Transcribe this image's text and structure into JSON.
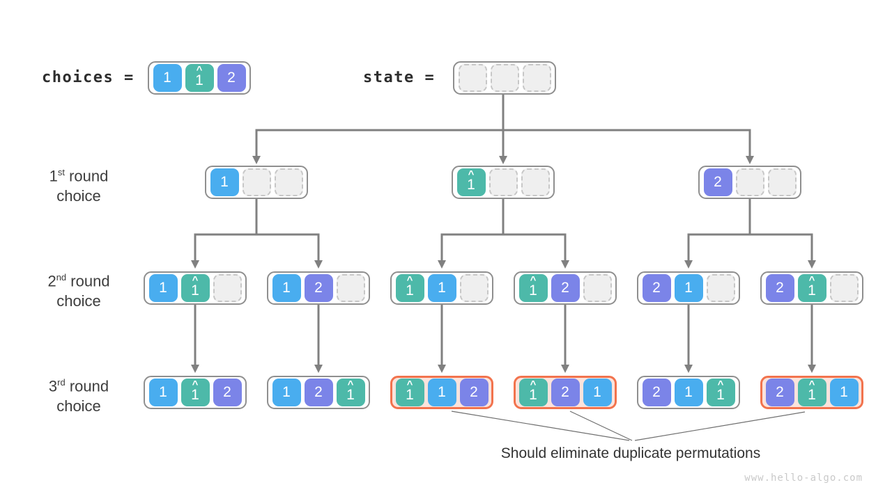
{
  "palette": {
    "blue": "#49adef",
    "teal": "#4db9a9",
    "purple": "#7b84e8",
    "highlight_border": "#f2734d",
    "highlight_bg": "#fbe3dc",
    "node_border": "#8f8f8f",
    "empty_bg": "#efefef",
    "empty_border": "#c7c7c7",
    "connector": "#808080",
    "pointer_line": "#6e6e6e",
    "text_dark": "#3d3d3d",
    "watermark": "#c9c9c9"
  },
  "header": {
    "choices_label": "choices =",
    "state_label": "state =",
    "choices_cells": [
      {
        "value": "1",
        "color": "blue"
      },
      {
        "value": "1",
        "color": "teal",
        "hat": true
      },
      {
        "value": "2",
        "color": "purple"
      }
    ],
    "state_cells": [
      {
        "empty": true
      },
      {
        "empty": true
      },
      {
        "empty": true
      }
    ]
  },
  "rows": [
    {
      "label": {
        "num": "1",
        "ordinal": "st",
        "rest": "round",
        "line2": "choice"
      },
      "nodes": [
        {
          "cells": [
            {
              "value": "1",
              "color": "blue"
            },
            {
              "empty": true
            },
            {
              "empty": true
            }
          ]
        },
        {
          "cells": [
            {
              "value": "1",
              "color": "teal",
              "hat": true
            },
            {
              "empty": true
            },
            {
              "empty": true
            }
          ]
        },
        {
          "cells": [
            {
              "value": "2",
              "color": "purple"
            },
            {
              "empty": true
            },
            {
              "empty": true
            }
          ]
        }
      ]
    },
    {
      "label": {
        "num": "2",
        "ordinal": "nd",
        "rest": "round",
        "line2": "choice"
      },
      "nodes": [
        {
          "cells": [
            {
              "value": "1",
              "color": "blue"
            },
            {
              "value": "1",
              "color": "teal",
              "hat": true
            },
            {
              "empty": true
            }
          ]
        },
        {
          "cells": [
            {
              "value": "1",
              "color": "blue"
            },
            {
              "value": "2",
              "color": "purple"
            },
            {
              "empty": true
            }
          ]
        },
        {
          "cells": [
            {
              "value": "1",
              "color": "teal",
              "hat": true
            },
            {
              "value": "1",
              "color": "blue"
            },
            {
              "empty": true
            }
          ]
        },
        {
          "cells": [
            {
              "value": "1",
              "color": "teal",
              "hat": true
            },
            {
              "value": "2",
              "color": "purple"
            },
            {
              "empty": true
            }
          ]
        },
        {
          "cells": [
            {
              "value": "2",
              "color": "purple"
            },
            {
              "value": "1",
              "color": "blue"
            },
            {
              "empty": true
            }
          ]
        },
        {
          "cells": [
            {
              "value": "2",
              "color": "purple"
            },
            {
              "value": "1",
              "color": "teal",
              "hat": true
            },
            {
              "empty": true
            }
          ]
        }
      ]
    },
    {
      "label": {
        "num": "3",
        "ordinal": "rd",
        "rest": "round",
        "line2": "choice"
      },
      "nodes": [
        {
          "cells": [
            {
              "value": "1",
              "color": "blue"
            },
            {
              "value": "1",
              "color": "teal",
              "hat": true
            },
            {
              "value": "2",
              "color": "purple"
            }
          ]
        },
        {
          "cells": [
            {
              "value": "1",
              "color": "blue"
            },
            {
              "value": "2",
              "color": "purple"
            },
            {
              "value": "1",
              "color": "teal",
              "hat": true
            }
          ]
        },
        {
          "cells": [
            {
              "value": "1",
              "color": "teal",
              "hat": true
            },
            {
              "value": "1",
              "color": "blue"
            },
            {
              "value": "2",
              "color": "purple"
            }
          ],
          "highlighted": true
        },
        {
          "cells": [
            {
              "value": "1",
              "color": "teal",
              "hat": true
            },
            {
              "value": "2",
              "color": "purple"
            },
            {
              "value": "1",
              "color": "blue"
            }
          ],
          "highlighted": true
        },
        {
          "cells": [
            {
              "value": "2",
              "color": "purple"
            },
            {
              "value": "1",
              "color": "blue"
            },
            {
              "value": "1",
              "color": "teal",
              "hat": true
            }
          ]
        },
        {
          "cells": [
            {
              "value": "2",
              "color": "purple"
            },
            {
              "value": "1",
              "color": "teal",
              "hat": true
            },
            {
              "value": "1",
              "color": "blue"
            }
          ],
          "highlighted": true
        }
      ]
    }
  ],
  "note": "Should eliminate duplicate permutations",
  "watermark": "www.hello-algo.com"
}
